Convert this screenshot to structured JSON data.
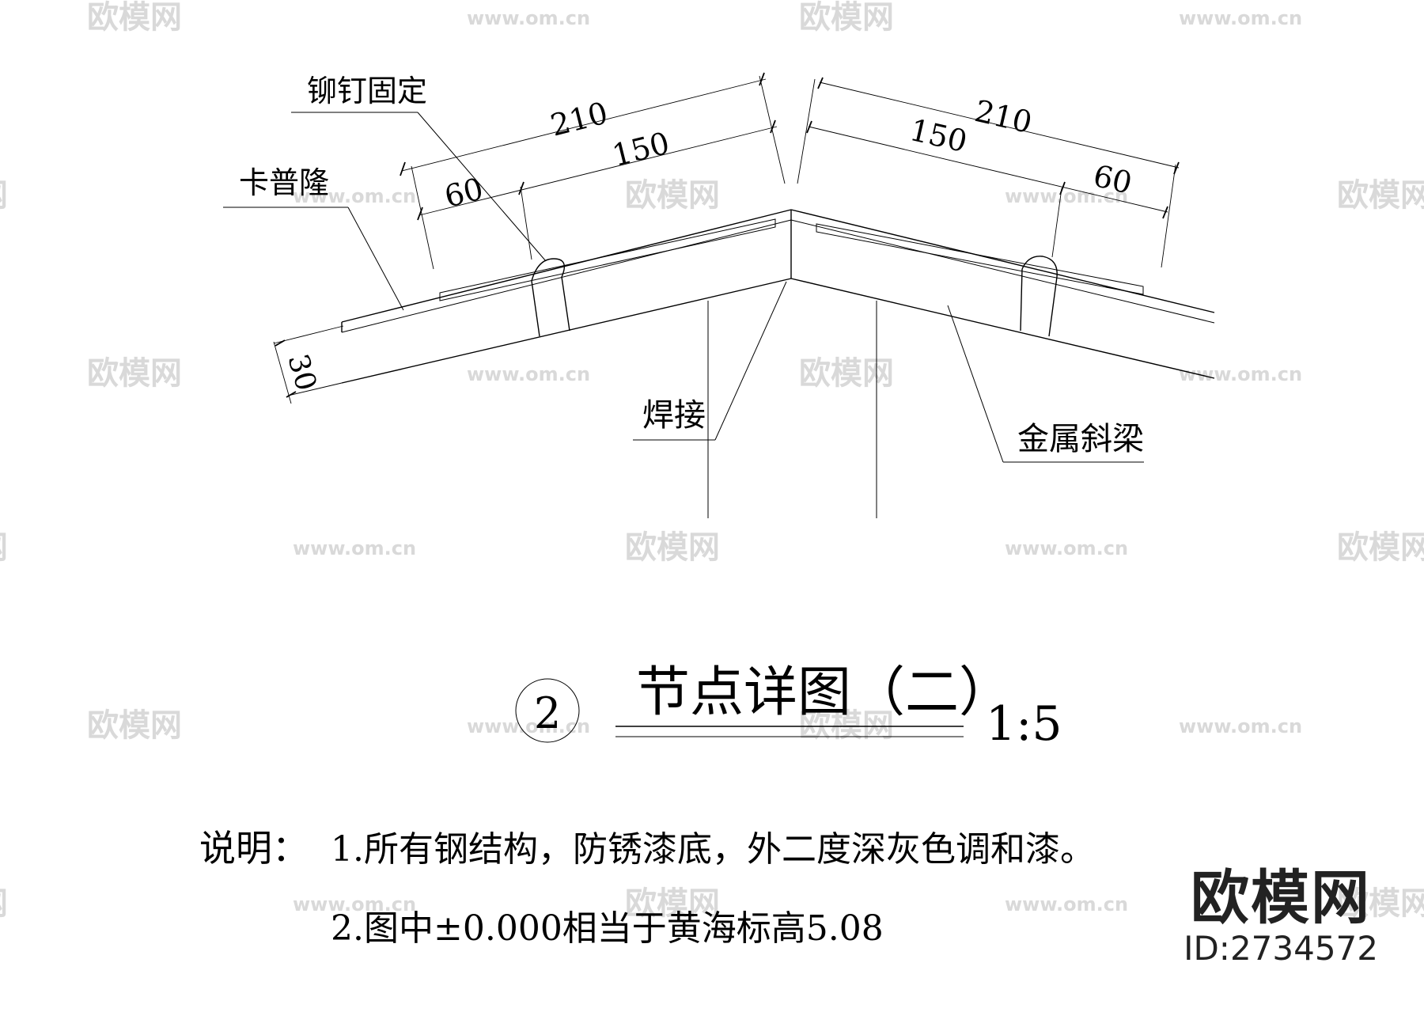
{
  "labels": {
    "rivet": "铆钉固定",
    "kapulong": "卡普隆",
    "weld": "焊接",
    "beam": "金属斜梁"
  },
  "dimensions": {
    "left_total": "210",
    "left_inner": "150",
    "left_small": "60",
    "right_total": "210",
    "right_inner": "150",
    "right_small": "60",
    "thickness": "30"
  },
  "title": {
    "number": "2",
    "text": "节点详图（二）",
    "scale": "1:5"
  },
  "notes": {
    "heading": "说明：",
    "line1": "1.所有钢结构，防锈漆底，外二度深灰色调和漆。",
    "line2": "2.图中±0.000相当于黄海标高5.08"
  },
  "watermark": {
    "brand": "欧模网",
    "url": "www.om.cn"
  },
  "brand_stamp": {
    "name": "欧模网",
    "id": "ID:2734572"
  }
}
